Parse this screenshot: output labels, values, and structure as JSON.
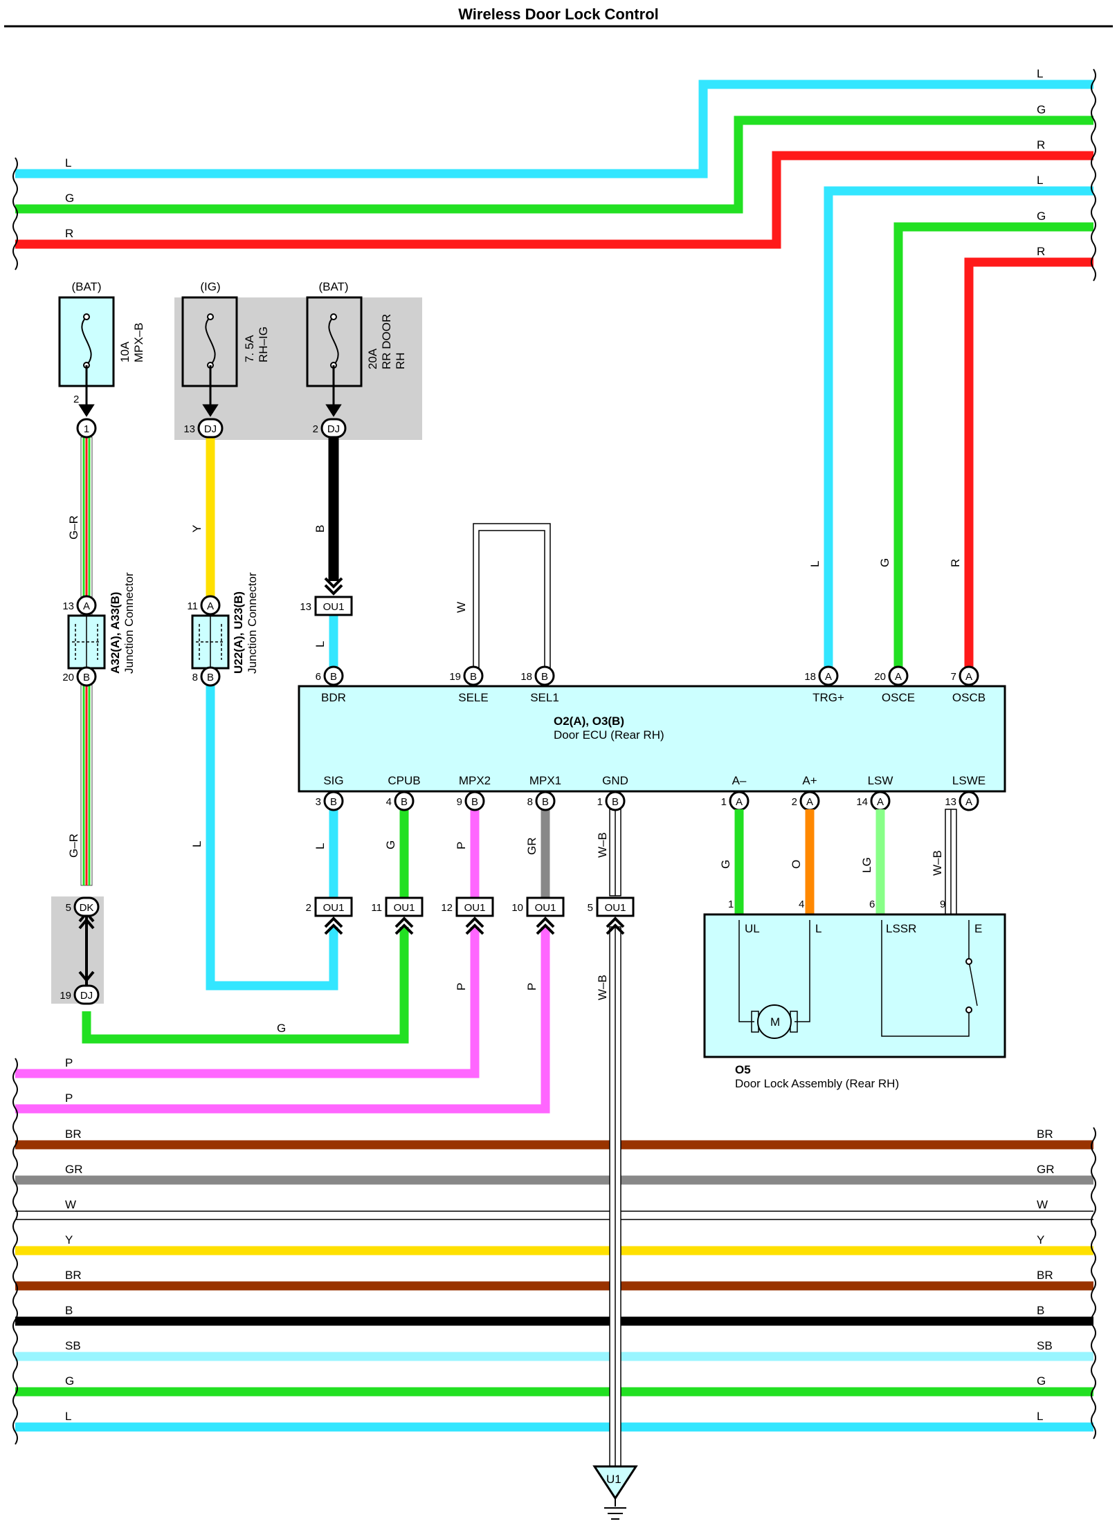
{
  "title": "Wireless Door Lock Control",
  "colors": {
    "L": "#33e6ff",
    "G": "#22e022",
    "R": "#ff1a1a",
    "Y": "#ffe000",
    "B": "#000000",
    "P": "#ff66ff",
    "GR": "#888888",
    "BR": "#993300",
    "SB": "#99f5ff",
    "O": "#ff8800",
    "LG": "#88ff88",
    "W": "#ffffff",
    "box": "#ccffff",
    "shade": "#d0d0d0"
  },
  "top_left_wires": [
    "L",
    "G",
    "R"
  ],
  "top_right_wires": [
    "L",
    "G",
    "R",
    "L",
    "G",
    "R"
  ],
  "bottom_left_wires": [
    "P",
    "P"
  ],
  "bottom_bus_wires": [
    "BR",
    "GR",
    "W",
    "Y",
    "BR",
    "B",
    "SB",
    "G",
    "L"
  ],
  "fuses": [
    {
      "supply": "(BAT)",
      "rating": "10A",
      "name": "MPX–B",
      "pin": "2",
      "conn_pin": "1",
      "conn_label": ""
    },
    {
      "supply": "(IG)",
      "rating": "7. 5A",
      "name": "RH–IG",
      "pin": "",
      "conn_pin": "13",
      "conn_label": "DJ"
    },
    {
      "supply": "(BAT)",
      "rating": "20A",
      "name": "RR DOOR",
      "name2": "RH",
      "pin": "",
      "conn_pin": "2",
      "conn_label": "DJ"
    }
  ],
  "junction_connectors": [
    {
      "line1": "A32(A), A33(B)",
      "line2": "Junction Connector",
      "pin_top": "13",
      "tag_top": "A",
      "pin_bottom": "20",
      "tag_bottom": "B"
    },
    {
      "line1": "U22(A), U23(B)",
      "line2": "Junction Connector",
      "pin_top": "11",
      "tag_top": "A",
      "pin_bottom": "8",
      "tag_bottom": "B"
    }
  ],
  "wire_labels": {
    "gr1": "G–R",
    "gr2": "G–R",
    "y": "Y",
    "l_left": "L",
    "b": "B",
    "l_ou1": "L",
    "w_loop": "W",
    "l_trg": "L",
    "g_osce": "G",
    "r_oscb": "R",
    "l_sig": "L",
    "g_cpub": "G",
    "p_mpx2": "P",
    "gr_mpx1": "GR",
    "wb_gnd": "W–B",
    "g_a": "G",
    "o_a": "O",
    "lg": "LG",
    "wb_lswe": "W–B",
    "p1": "P",
    "p2": "P",
    "wb2": "W–B",
    "g_bottom": "G"
  },
  "ecu": {
    "name": "O2(A), O3(B)",
    "desc": "Door ECU (Rear RH)",
    "top_terminals": [
      {
        "pin": "6",
        "tag": "B",
        "name": "BDR"
      },
      {
        "pin": "19",
        "tag": "B",
        "name": "SELE"
      },
      {
        "pin": "18",
        "tag": "B",
        "name": "SEL1"
      },
      {
        "pin": "18",
        "tag": "A",
        "name": "TRG+"
      },
      {
        "pin": "20",
        "tag": "A",
        "name": "OSCE"
      },
      {
        "pin": "7",
        "tag": "A",
        "name": "OSCB"
      }
    ],
    "bottom_terminals": [
      {
        "pin": "3",
        "tag": "B",
        "name": "SIG"
      },
      {
        "pin": "4",
        "tag": "B",
        "name": "CPUB"
      },
      {
        "pin": "9",
        "tag": "B",
        "name": "MPX2"
      },
      {
        "pin": "8",
        "tag": "B",
        "name": "MPX1"
      },
      {
        "pin": "1",
        "tag": "B",
        "name": "GND"
      },
      {
        "pin": "1",
        "tag": "A",
        "name": "A–"
      },
      {
        "pin": "2",
        "tag": "A",
        "name": "A+"
      },
      {
        "pin": "14",
        "tag": "A",
        "name": "LSW"
      },
      {
        "pin": "13",
        "tag": "A",
        "name": "LSWE"
      }
    ]
  },
  "ou1_top": {
    "pin": "13",
    "label": "OU1"
  },
  "ou1_row": [
    {
      "pin": "2",
      "label": "OU1"
    },
    {
      "pin": "11",
      "label": "OU1"
    },
    {
      "pin": "12",
      "label": "OU1"
    },
    {
      "pin": "10",
      "label": "OU1"
    },
    {
      "pin": "5",
      "label": "OU1"
    }
  ],
  "dk": {
    "pin": "5",
    "label": "DK"
  },
  "dj": {
    "pin": "19",
    "label": "DJ"
  },
  "door_lock": {
    "name": "O5",
    "desc": "Door Lock Assembly (Rear RH)",
    "pins": [
      "1",
      "4",
      "6",
      "9"
    ],
    "terms": [
      "UL",
      "L",
      "LSSR",
      "E"
    ],
    "motor": "M"
  },
  "ground": {
    "label": "U1"
  }
}
